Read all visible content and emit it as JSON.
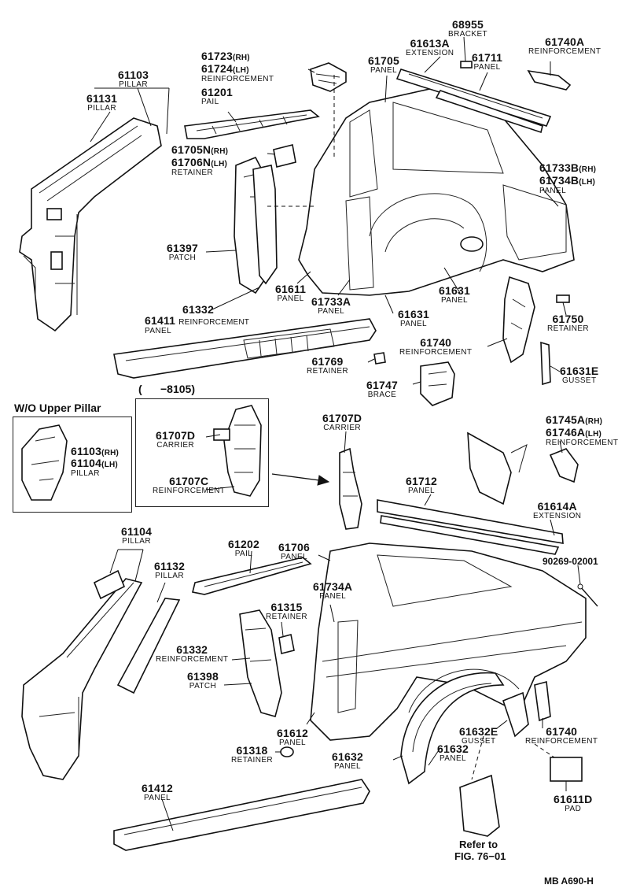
{
  "labels": {
    "p61103_top": {
      "number": "61103",
      "desc": "PILLAR"
    },
    "p61131": {
      "number": "61131",
      "desc": "PILLAR"
    },
    "p61723": {
      "number": "61723",
      "suffix": "(RH)"
    },
    "p61724": {
      "number": "61724",
      "suffix": "(LH)",
      "desc": "REINFORCEMENT"
    },
    "p61201": {
      "number": "61201",
      "desc": "PAIL"
    },
    "p61705N": {
      "number": "61705N",
      "suffix": "(RH)"
    },
    "p61706N": {
      "number": "61706N",
      "suffix": "(LH)",
      "desc": "RETAINER"
    },
    "p68955": {
      "number": "68955",
      "desc": "BRACKET"
    },
    "p61613A": {
      "number": "61613A",
      "desc": "EXTENSION"
    },
    "p61711": {
      "number": "61711",
      "desc": "PANEL"
    },
    "p61740A": {
      "number": "61740A",
      "desc": "REINFORCEMENT"
    },
    "p61705": {
      "number": "61705",
      "desc": "PANEL"
    },
    "p61733B": {
      "number": "61733B",
      "suffix": "(RH)"
    },
    "p61734B": {
      "number": "61734B",
      "suffix": "(LH)",
      "desc": "PANEL"
    },
    "p61397": {
      "number": "61397",
      "desc": "PATCH"
    },
    "p61611": {
      "number": "61611",
      "desc": "PANEL"
    },
    "p61733A": {
      "number": "61733A",
      "desc": "PANEL"
    },
    "p61631_a": {
      "number": "61631",
      "desc": "PANEL"
    },
    "p61631_b": {
      "number": "61631",
      "desc": "PANEL"
    },
    "p61750": {
      "number": "61750",
      "desc": "RETAINER"
    },
    "p61332_top": {
      "number": "61332",
      "desc": "REINFORCEMENT"
    },
    "p61411": {
      "number": "61411",
      "desc": "PANEL"
    },
    "p61740_top": {
      "number": "61740",
      "desc": "REINFORCEMENT"
    },
    "p61769": {
      "number": "61769",
      "desc": "RETAINER"
    },
    "p61631E": {
      "number": "61631E",
      "desc": "GUSSET"
    },
    "p61747": {
      "number": "61747",
      "desc": "BRACE"
    },
    "p61707D_box": {
      "number": "61707D",
      "desc": "CARRIER"
    },
    "p61707C": {
      "number": "61707C",
      "desc": "REINFORCEMENT"
    },
    "p61103_box": {
      "number": "61103",
      "suffix": "(RH)"
    },
    "p61104_box": {
      "number": "61104",
      "suffix": "(LH)",
      "desc": "PILLAR"
    },
    "p61707D_main": {
      "number": "61707D",
      "desc": "CARRIER"
    },
    "p61745A": {
      "number": "61745A",
      "suffix": "(RH)"
    },
    "p61746A": {
      "number": "61746A",
      "suffix": "(LH)",
      "desc": "REINFORCEMENT"
    },
    "p61712": {
      "number": "61712",
      "desc": "PANEL"
    },
    "p61614A": {
      "number": "61614A",
      "desc": "EXTENSION"
    },
    "p61104_bot": {
      "number": "61104",
      "desc": "PILLAR"
    },
    "p61132": {
      "number": "61132",
      "desc": "PILLAR"
    },
    "p61202": {
      "number": "61202",
      "desc": "PAIL"
    },
    "p61706": {
      "number": "61706",
      "desc": "PANEL"
    },
    "p90269": {
      "number": "90269-02001"
    },
    "p61734A": {
      "number": "61734A",
      "desc": "PANEL"
    },
    "p61315": {
      "number": "61315",
      "desc": "RETAINER"
    },
    "p61332_bot": {
      "number": "61332",
      "desc": "REINFORCEMENT"
    },
    "p61398": {
      "number": "61398",
      "desc": "PATCH"
    },
    "p61612": {
      "number": "61612",
      "desc": "PANEL"
    },
    "p61318": {
      "number": "61318",
      "desc": "RETAINER"
    },
    "p61632E": {
      "number": "61632E",
      "desc": "GUSSET"
    },
    "p61740_bot": {
      "number": "61740",
      "desc": "REINFORCEMENT"
    },
    "p61632_a": {
      "number": "61632",
      "desc": "PANEL"
    },
    "p61632_b": {
      "number": "61632",
      "desc": "PANEL"
    },
    "p61611D": {
      "number": "61611D",
      "desc": "PAD"
    },
    "p61412": {
      "number": "61412",
      "desc": "PANEL"
    }
  },
  "inset_wo_upper_pillar": {
    "title": "W/O Upper Pillar"
  },
  "inset_date": {
    "title": "(      −8105)"
  },
  "refer": {
    "line1": "Refer to",
    "line2": "FIG. 76−01"
  },
  "figure_code": "MB A690-H",
  "icons": {
    "flow_arrow": "right-arrow-icon"
  }
}
